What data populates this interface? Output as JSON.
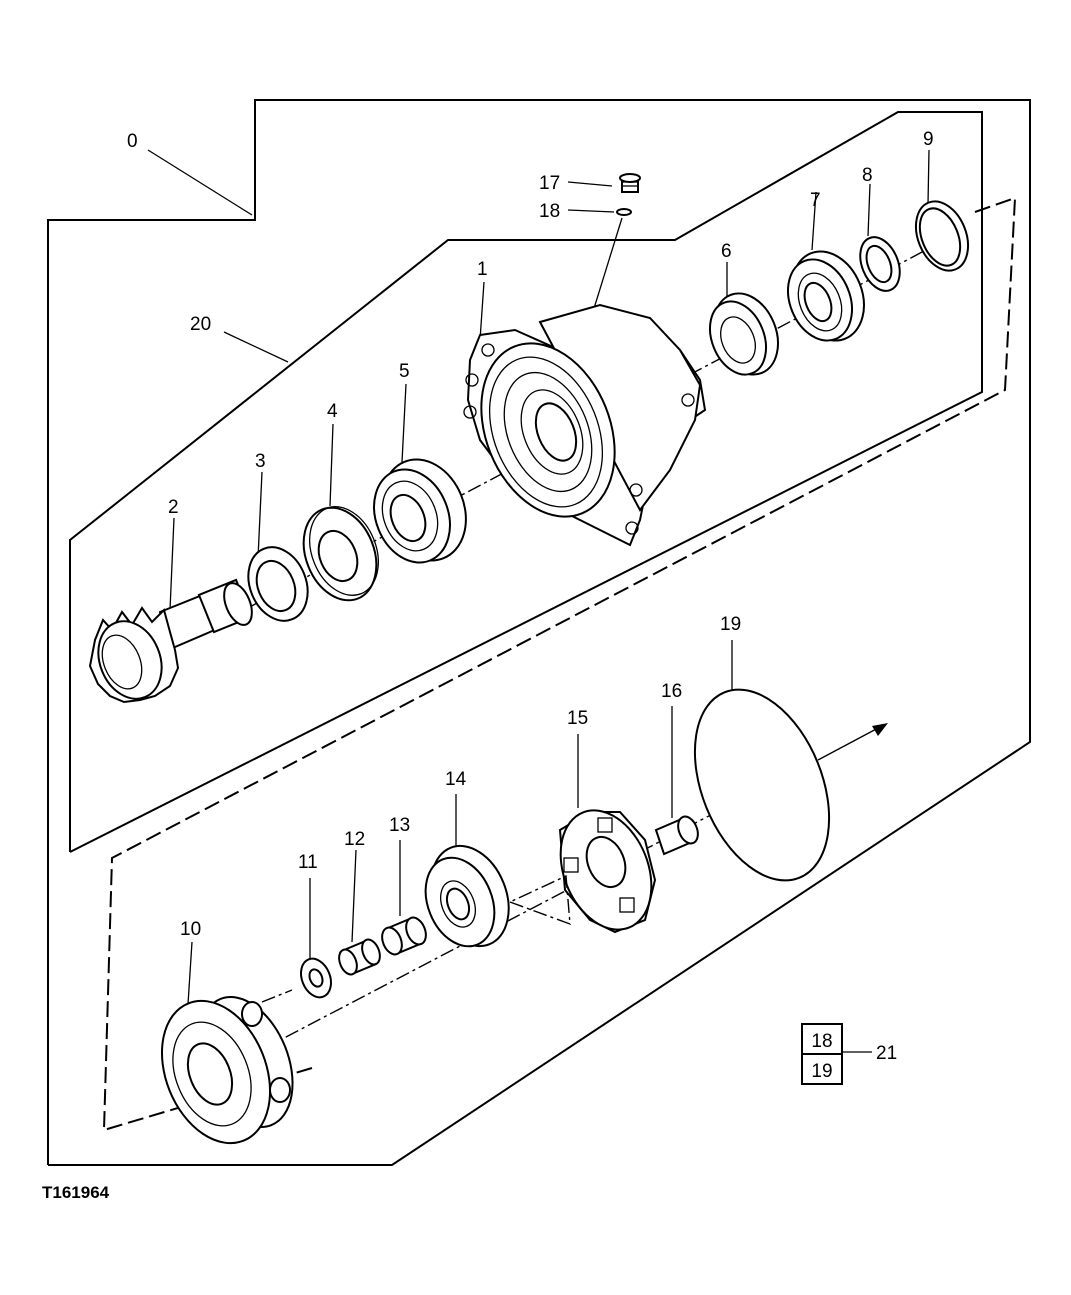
{
  "figure_code": "T161964",
  "callouts": [
    {
      "id": "0",
      "text": "0"
    },
    {
      "id": "1",
      "text": "1"
    },
    {
      "id": "2",
      "text": "2"
    },
    {
      "id": "3",
      "text": "3"
    },
    {
      "id": "4",
      "text": "4"
    },
    {
      "id": "5",
      "text": "5"
    },
    {
      "id": "6",
      "text": "6"
    },
    {
      "id": "7",
      "text": "7"
    },
    {
      "id": "8",
      "text": "8"
    },
    {
      "id": "9",
      "text": "9"
    },
    {
      "id": "10",
      "text": "10"
    },
    {
      "id": "11",
      "text": "11"
    },
    {
      "id": "12",
      "text": "12"
    },
    {
      "id": "13",
      "text": "13"
    },
    {
      "id": "14",
      "text": "14"
    },
    {
      "id": "15",
      "text": "15"
    },
    {
      "id": "16",
      "text": "16"
    },
    {
      "id": "17",
      "text": "17"
    },
    {
      "id": "18",
      "text": "18"
    },
    {
      "id": "19",
      "text": "19"
    },
    {
      "id": "20",
      "text": "20"
    }
  ],
  "kit_box": {
    "items": [
      "18",
      "19"
    ],
    "label": "21"
  }
}
